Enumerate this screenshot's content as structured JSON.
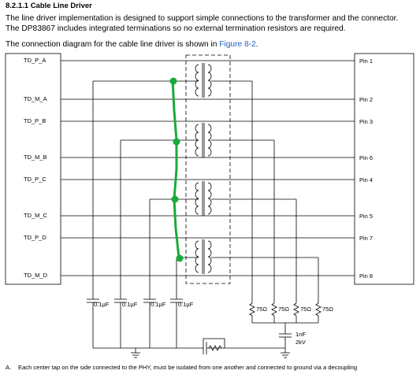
{
  "section": {
    "heading": "8.2.1.1 Cable Line Driver",
    "para1_line1": "The line driver implementation is designed to support simple connections to the transformer and the connector.",
    "para1_line2": "The DP83867 includes integrated terminations so no external termination resistors are required.",
    "para2_text": "The connection diagram for the cable line driver is shown in ",
    "para2_link": "Figure 8-2",
    "para2_end": "."
  },
  "diagram": {
    "phy_pins": [
      "TD_P_A",
      "TD_M_A",
      "TD_P_B",
      "TD_M_B",
      "TD_P_C",
      "TD_M_C",
      "TD_P_D",
      "TD_M_D"
    ],
    "connector_pins": [
      "Pin 1",
      "Pin 2",
      "Pin 3",
      "Pin 6",
      "Pin 4",
      "Pin 5",
      "Pin 7",
      "Pin 8"
    ],
    "cap_labels": [
      "0.1µF",
      "0.1µF",
      "0.1µF",
      "0.1µF"
    ],
    "resistor_labels": [
      "75Ω",
      "75Ω",
      "75Ω",
      "75Ω"
    ],
    "hv_cap_value": "1nF",
    "hv_cap_rating": "2kV",
    "highlight_color": "#1aaa3a"
  },
  "footnote": {
    "letter": "A.",
    "text": "Each center tap on the side connected to the PHY, must be isolated from one another and connected to ground via a decoupling"
  }
}
